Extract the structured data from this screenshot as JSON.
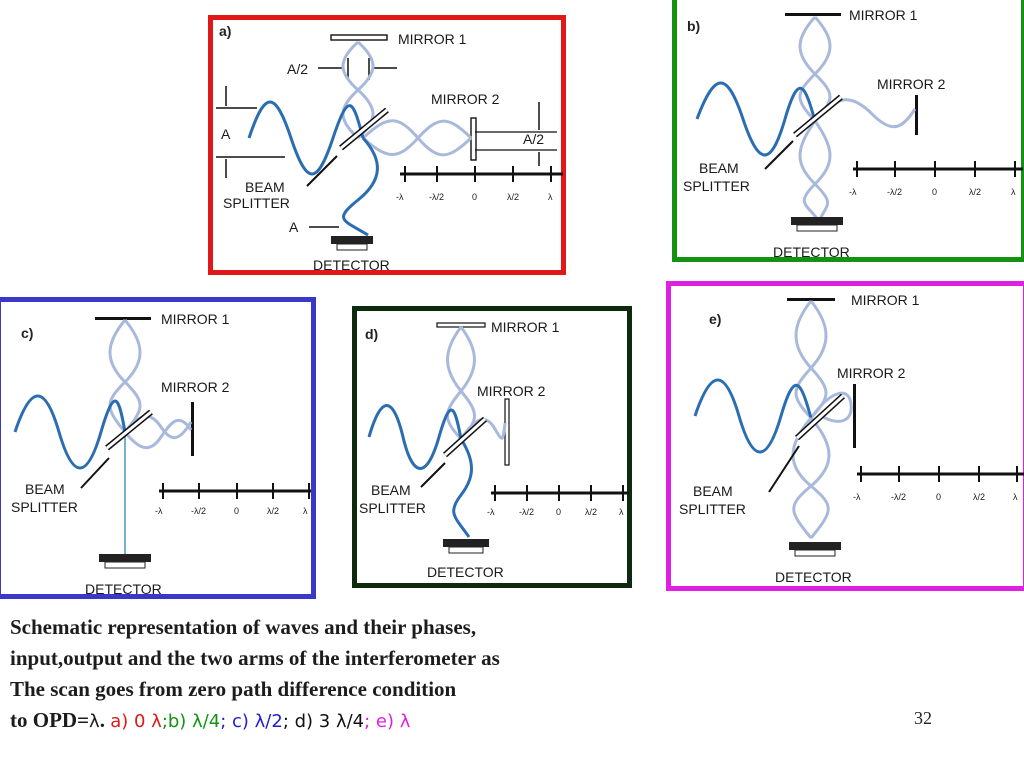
{
  "panels": [
    {
      "id": "a",
      "letter": "a)",
      "mirror1": "MIRROR 1",
      "mirror2": "MIRROR 2",
      "beam": "BEAM",
      "splitter": "SPLITTER",
      "detector": "DETECTOR",
      "amplitude": "A",
      "half_amplitude": "A/2",
      "scale": [
        "-λ",
        "-λ/2",
        "0",
        "λ/2",
        "λ"
      ],
      "color": "#e01818"
    },
    {
      "id": "b",
      "letter": "b)",
      "mirror1": "MIRROR 1",
      "mirror2": "MIRROR 2",
      "beam": "BEAM",
      "splitter": "SPLITTER",
      "detector": "DETECTOR",
      "scale": [
        "-λ",
        "-λ/2",
        "0",
        "λ/2",
        "λ"
      ],
      "color": "#149214"
    },
    {
      "id": "c",
      "letter": "c)",
      "mirror1": "MIRROR 1",
      "mirror2": "MIRROR 2",
      "beam": "BEAM",
      "splitter": "SPLITTER",
      "detector": "DETECTOR",
      "scale": [
        "-λ",
        "-λ/2",
        "0",
        "λ/2",
        "λ"
      ],
      "color": "#3a38c8"
    },
    {
      "id": "d",
      "letter": "d)",
      "mirror1": "MIRROR 1",
      "mirror2": "MIRROR 2",
      "beam": "BEAM",
      "splitter": "SPLITTER",
      "detector": "DETECTOR",
      "scale": [
        "-λ",
        "-λ/2",
        "0",
        "λ/2",
        "λ"
      ],
      "color": "#0e2a0e"
    },
    {
      "id": "e",
      "letter": "e)",
      "mirror1": "MIRROR 1",
      "mirror2": "MIRROR 2",
      "beam": "BEAM",
      "splitter": "SPLITTER",
      "detector": "DETECTOR",
      "scale": [
        "-λ",
        "-λ/2",
        "0",
        "λ/2",
        "λ"
      ],
      "color": "#e020e0"
    }
  ],
  "caption": {
    "line1": "Schematic representation of waves and their phases,",
    "line2": "input,output and the two arms of the interferometer as",
    "line3": "The scan goes from zero path difference condition",
    "line4_prefix": "to OPD=",
    "lambda": "λ",
    "dot": ".",
    "opd_a": "a) 0 λ",
    "opd_b": ";b) λ/4",
    "opd_c": "; c) λ/2",
    "opd_d": "; d) 3 λ/4",
    "opd_e": "; e) λ",
    "color_a": "#e01818",
    "color_b": "#149214",
    "color_c": "#2020d0",
    "color_d": "#111111",
    "color_e": "#e020e0"
  },
  "page_number": "32",
  "wave_colors": {
    "input": "#2a6db0",
    "light": "#a9b9dc"
  }
}
